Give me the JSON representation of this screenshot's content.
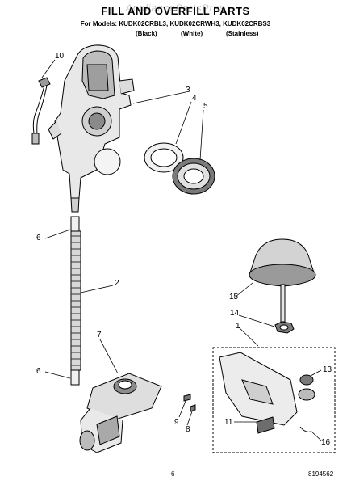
{
  "watermark": "AppliancePartsPros",
  "title": "FILL AND OVERFILL PARTS",
  "models_line": "For Models: KUDK02CRBL3, KUDK02CRWH3, KUDK02CRBS3",
  "colors": [
    "(Black)",
    "(White)",
    "(Stainless)"
  ],
  "callouts": [
    "10",
    "3",
    "4",
    "5",
    "6",
    "2",
    "7",
    "6",
    "15",
    "14",
    "1",
    "13",
    "11",
    "9",
    "8",
    "16"
  ],
  "page_number": "6",
  "doc_number": "8194562"
}
